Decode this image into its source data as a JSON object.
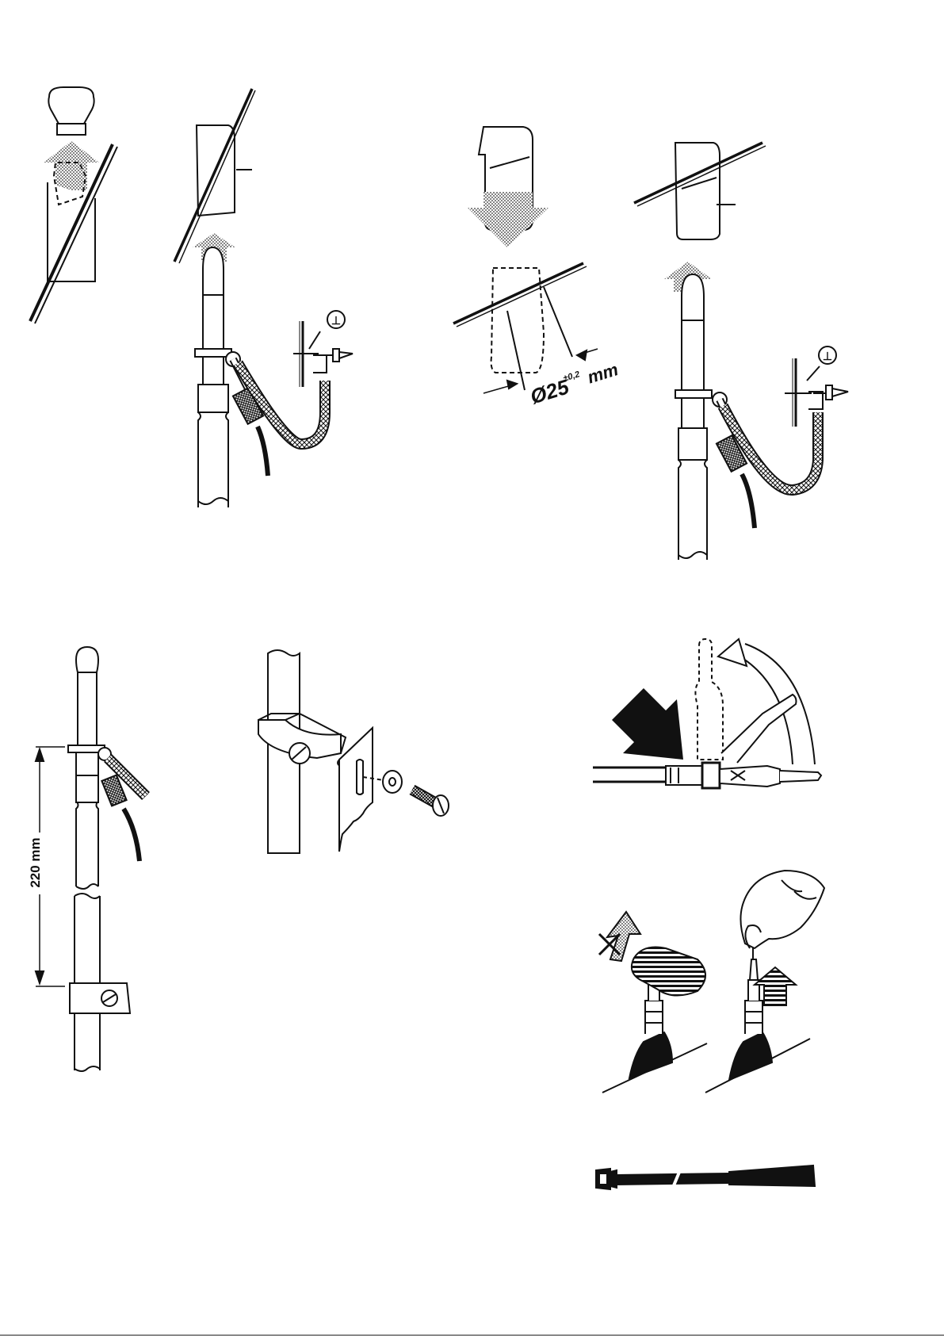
{
  "figures": {
    "cut_diameter": {
      "label": "Ø25",
      "tolerance": "±0,2",
      "unit": "mm"
    },
    "mount_distance": {
      "label": "220 mm"
    },
    "ground_symbol_1": {
      "glyph": "⊥"
    },
    "ground_symbol_2": {
      "glyph": "⊥"
    }
  },
  "colors": {
    "ink": "#111111",
    "arrow_halftone": "#8c8c8c",
    "paper": "#ffffff"
  },
  "icons": [
    "protective-cap-icon",
    "antenna-mast-icon",
    "grommet-icon",
    "ground-screw-icon",
    "mounting-bracket-icon",
    "connector-plug-icon",
    "hand-icon",
    "antenna-rod-icon"
  ]
}
